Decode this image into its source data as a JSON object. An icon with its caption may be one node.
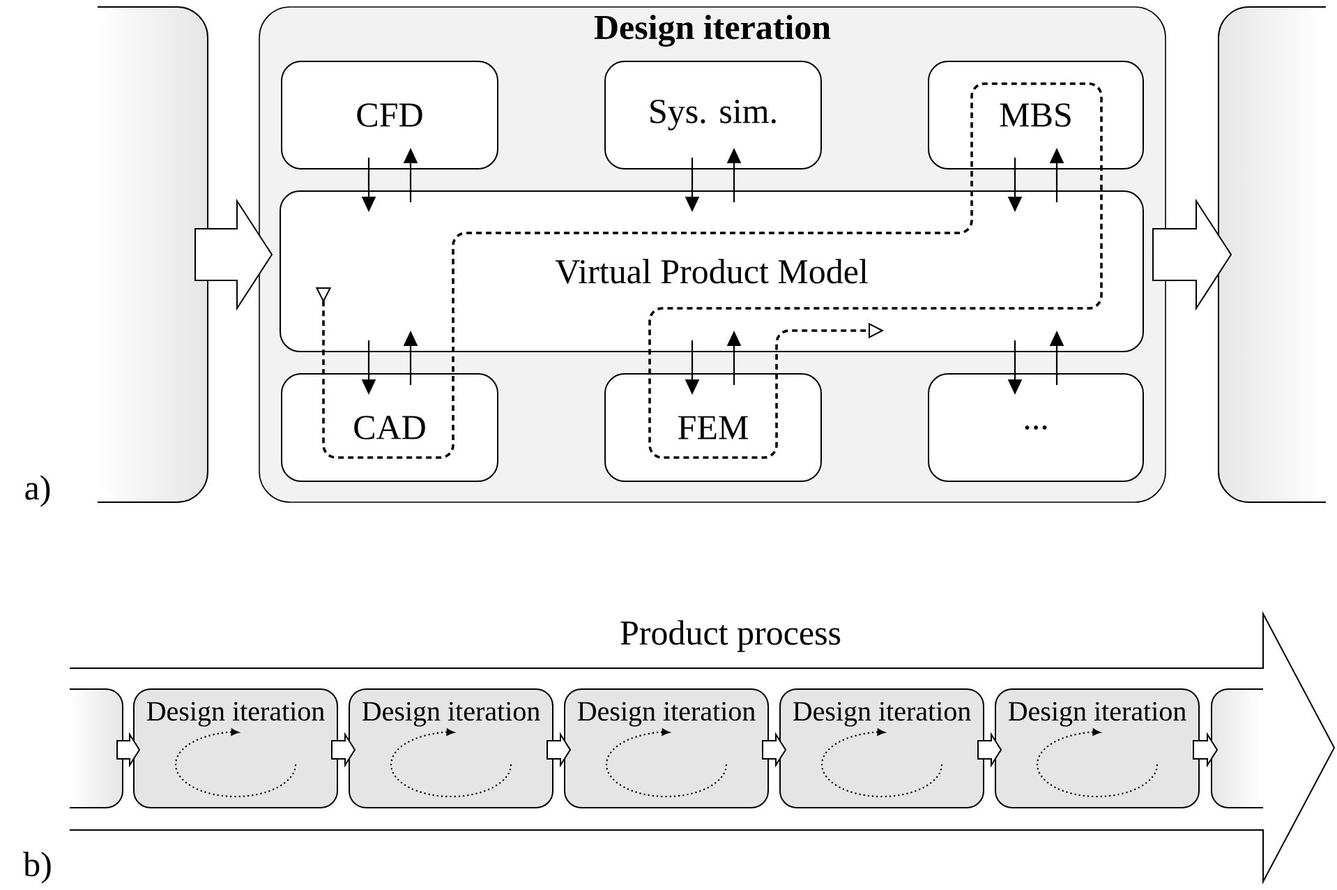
{
  "diagram": {
    "nodes": [
      {
        "text": [],
        "shape": "box"
      },
      {
        "text": [
          "Design iteration"
        ]
      },
      {
        "text": [
          "CFD"
        ],
        "in": 1
      },
      {
        "text": [
          "Sys. sim."
        ],
        "in": 1
      },
      {
        "text": [
          "MBS"
        ],
        "in": 1
      },
      {
        "text": [
          "Virtual Product Model"
        ],
        "in": 1
      },
      {
        "text": [
          "CAD"
        ],
        "in": 1
      },
      {
        "text": [
          "FEM"
        ],
        "in": 1
      },
      {
        "text": [
          "..."
        ],
        "in": 1
      },
      {
        "text": [],
        "shape": "box"
      },
      {
        "text": [
          "Product process"
        ]
      },
      {
        "text": [],
        "shape": "box",
        "in": 10
      },
      {
        "text": [
          "Design iteration"
        ],
        "in": 10
      },
      {
        "text": [
          "Design iteration"
        ],
        "in": 10
      },
      {
        "text": [
          "Design iteration"
        ],
        "in": 10
      },
      {
        "text": [
          "Design iteration"
        ],
        "in": 10
      },
      {
        "text": [
          "Design iteration"
        ],
        "in": 10
      },
      {
        "text": [],
        "shape": "box",
        "in": 10
      }
    ],
    "edges": [
      {
        "from": 0,
        "to": 1,
        "arrow": "to"
      },
      {
        "from": 1,
        "to": 9,
        "arrow": "to"
      },
      {
        "from": 2,
        "to": 5,
        "arrow": "to"
      },
      {
        "from": 5,
        "to": 2,
        "arrow": "to"
      },
      {
        "from": 3,
        "to": 5,
        "arrow": "to"
      },
      {
        "from": 5,
        "to": 3,
        "arrow": "to"
      },
      {
        "from": 4,
        "to": 5,
        "arrow": "to"
      },
      {
        "from": 5,
        "to": 4,
        "arrow": "to"
      },
      {
        "from": 5,
        "to": 6,
        "arrow": "to"
      },
      {
        "from": 6,
        "to": 5,
        "arrow": "to"
      },
      {
        "from": 5,
        "to": 7,
        "arrow": "to"
      },
      {
        "from": 7,
        "to": 5,
        "arrow": "to"
      },
      {
        "from": 5,
        "to": 8,
        "arrow": "to"
      },
      {
        "from": 8,
        "to": 5,
        "arrow": "to"
      },
      {
        "from": 11,
        "to": 12,
        "arrow": "to"
      },
      {
        "from": 12,
        "to": 13,
        "arrow": "to"
      },
      {
        "from": 13,
        "to": 14,
        "arrow": "to"
      },
      {
        "from": 14,
        "to": 15,
        "arrow": "to"
      },
      {
        "from": 15,
        "to": 16,
        "arrow": "to"
      },
      {
        "from": 16,
        "to": 17,
        "arrow": "to"
      }
    ],
    "labels": [
      "a)",
      "b)"
    ]
  }
}
